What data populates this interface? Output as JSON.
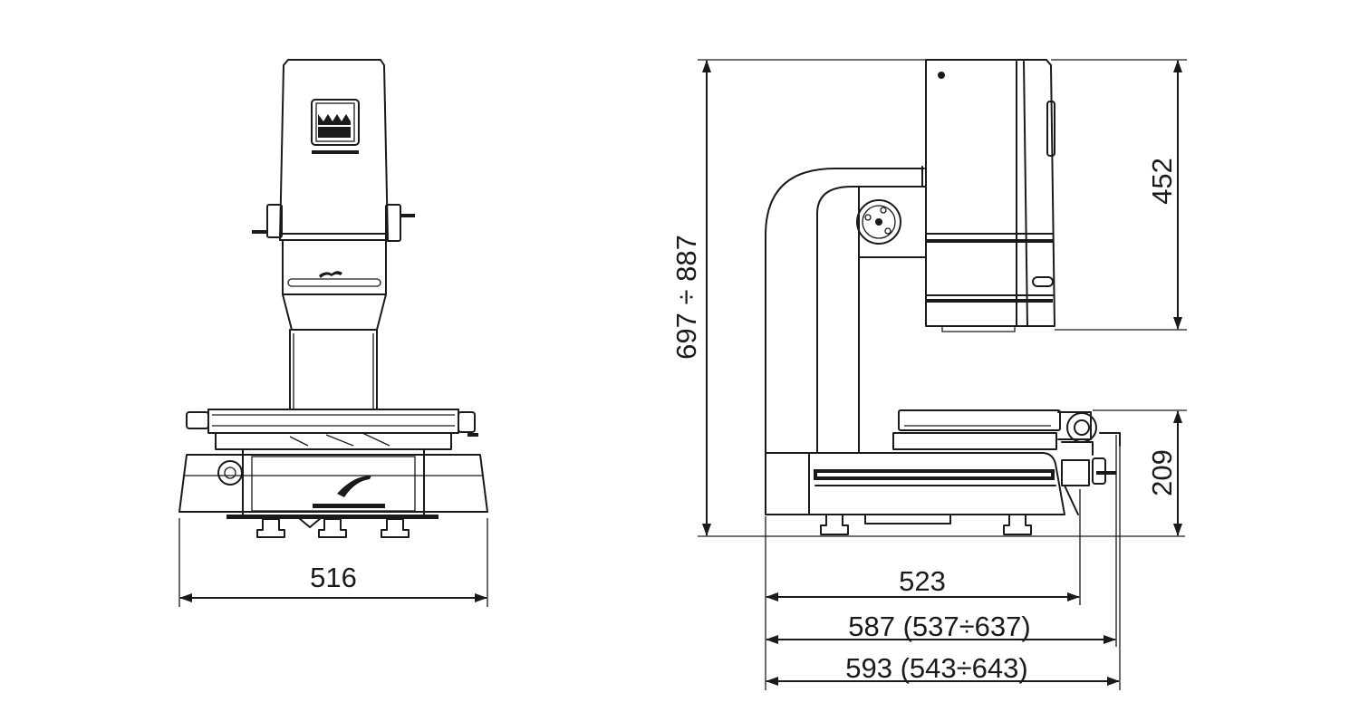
{
  "drawing": {
    "front_view": {
      "width_dimension": "516",
      "logo_text": ""
    },
    "side_view": {
      "height_range_dimension": "697 ÷ 887",
      "head_height_dimension": "452",
      "stage_height_dimension": "209",
      "depth_dimension": "523",
      "depth_with_knob_dimension": "587 (537÷637)",
      "overall_depth_dimension": "593 (543÷643)"
    },
    "colors": {
      "line": "#1a1a1a",
      "background": "#ffffff"
    }
  }
}
